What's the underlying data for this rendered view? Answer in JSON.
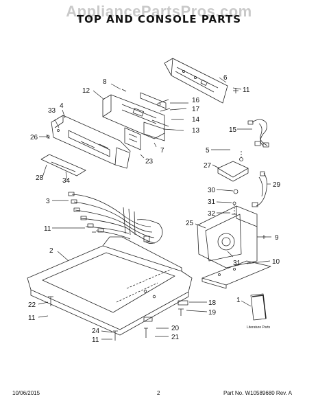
{
  "watermark": "AppliancePartsPros.com",
  "title": "TOP AND CONSOLE PARTS",
  "callouts": {
    "c1": "1",
    "c2": "2",
    "c3": "3",
    "c4": "4",
    "c5": "5",
    "c6": "6",
    "c7": "7",
    "c8": "8",
    "c9": "9",
    "c10": "10",
    "c11a": "11",
    "c11b": "11",
    "c11c": "11",
    "c11d": "11",
    "c12": "12",
    "c13": "13",
    "c14": "14",
    "c15": "15",
    "c16": "16",
    "c17": "17",
    "c18": "18",
    "c19": "19",
    "c20": "20",
    "c21": "21",
    "c22": "22",
    "c23": "23",
    "c24": "24",
    "c25": "25",
    "c26": "26",
    "c27": "27",
    "c28": "28",
    "c29": "29",
    "c30": "30",
    "c31a": "31",
    "c31b": "31",
    "c32": "32",
    "c33": "33",
    "c34": "34"
  },
  "literature_label": "Literature Parts",
  "footer": {
    "date": "10/06/2015",
    "page": "2",
    "part_no": "Part No. W10589680  Rev. A"
  }
}
